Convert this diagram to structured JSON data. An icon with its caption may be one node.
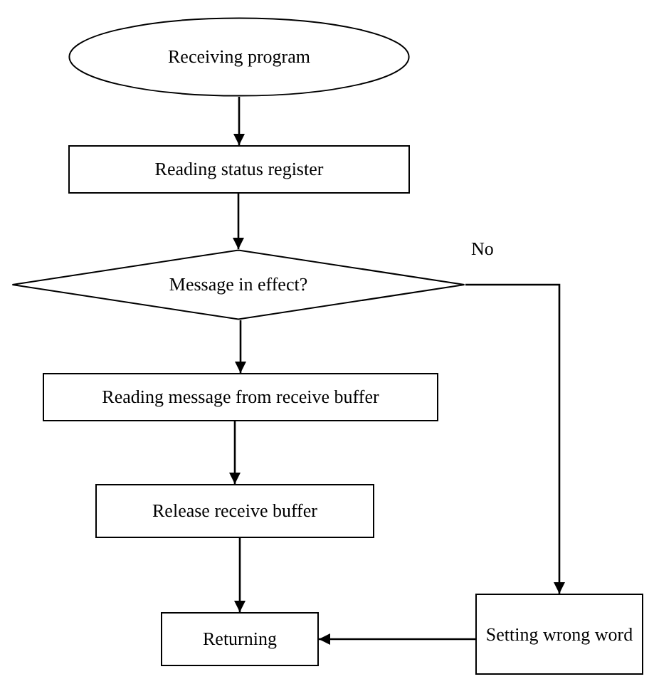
{
  "diagram": {
    "nodes": [
      {
        "text": [
          "Receiving program"
        ]
      },
      {
        "text": [
          "Reading status register"
        ]
      },
      {
        "text": [
          "Message in effect?"
        ]
      },
      {
        "text": [
          "Reading message from receive buffer"
        ]
      },
      {
        "text": [
          "Release receive buffer"
        ]
      },
      {
        "text": [
          "Returning"
        ]
      },
      {
        "text": [
          "Setting wrong word"
        ]
      }
    ],
    "edges": [
      {
        "from": 0,
        "to": 1,
        "arrow": "to"
      },
      {
        "from": 1,
        "to": 2,
        "arrow": "to"
      },
      {
        "from": 2,
        "to": 3,
        "arrow": "to"
      },
      {
        "from": 3,
        "to": 4,
        "arrow": "to"
      },
      {
        "from": 4,
        "to": 5,
        "arrow": "to"
      },
      {
        "from": 2,
        "to": 6,
        "arrow": "to",
        "label": "No"
      },
      {
        "from": 6,
        "to": 5,
        "arrow": "to"
      }
    ]
  }
}
